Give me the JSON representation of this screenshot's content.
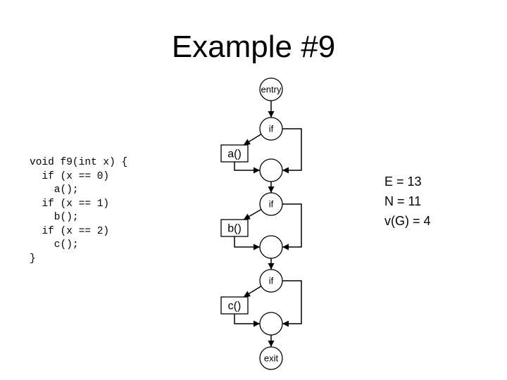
{
  "title": "Example #9",
  "code": [
    "void f9(int x) {",
    "  if (x == 0)",
    "    a();",
    "  if (x == 1)",
    "    b();",
    "  if (x == 2)",
    "    c();",
    "}"
  ],
  "metrics": [
    "E = 13",
    "N = 11",
    "v(G) = 4"
  ],
  "graph": {
    "nodes": [
      {
        "id": "entry",
        "label": "entry",
        "shape": "circle"
      },
      {
        "id": "if1",
        "label": "if",
        "shape": "circle"
      },
      {
        "id": "a",
        "label": "a()",
        "shape": "box"
      },
      {
        "id": "join1",
        "label": "",
        "shape": "circle"
      },
      {
        "id": "if2",
        "label": "if",
        "shape": "circle"
      },
      {
        "id": "b",
        "label": "b()",
        "shape": "box"
      },
      {
        "id": "join2",
        "label": "",
        "shape": "circle"
      },
      {
        "id": "if3",
        "label": "if",
        "shape": "circle"
      },
      {
        "id": "c",
        "label": "c()",
        "shape": "box"
      },
      {
        "id": "join3",
        "label": "",
        "shape": "circle"
      },
      {
        "id": "exit",
        "label": "exit",
        "shape": "circle"
      }
    ],
    "edges": [
      {
        "from": "entry",
        "to": "if1"
      },
      {
        "from": "if1",
        "to": "a"
      },
      {
        "from": "if1",
        "to": "join1"
      },
      {
        "from": "a",
        "to": "join1"
      },
      {
        "from": "join1",
        "to": "if2"
      },
      {
        "from": "if2",
        "to": "b"
      },
      {
        "from": "if2",
        "to": "join2"
      },
      {
        "from": "b",
        "to": "join2"
      },
      {
        "from": "join2",
        "to": "if3"
      },
      {
        "from": "if3",
        "to": "c"
      },
      {
        "from": "if3",
        "to": "join3"
      },
      {
        "from": "c",
        "to": "join3"
      },
      {
        "from": "join3",
        "to": "exit"
      }
    ]
  }
}
